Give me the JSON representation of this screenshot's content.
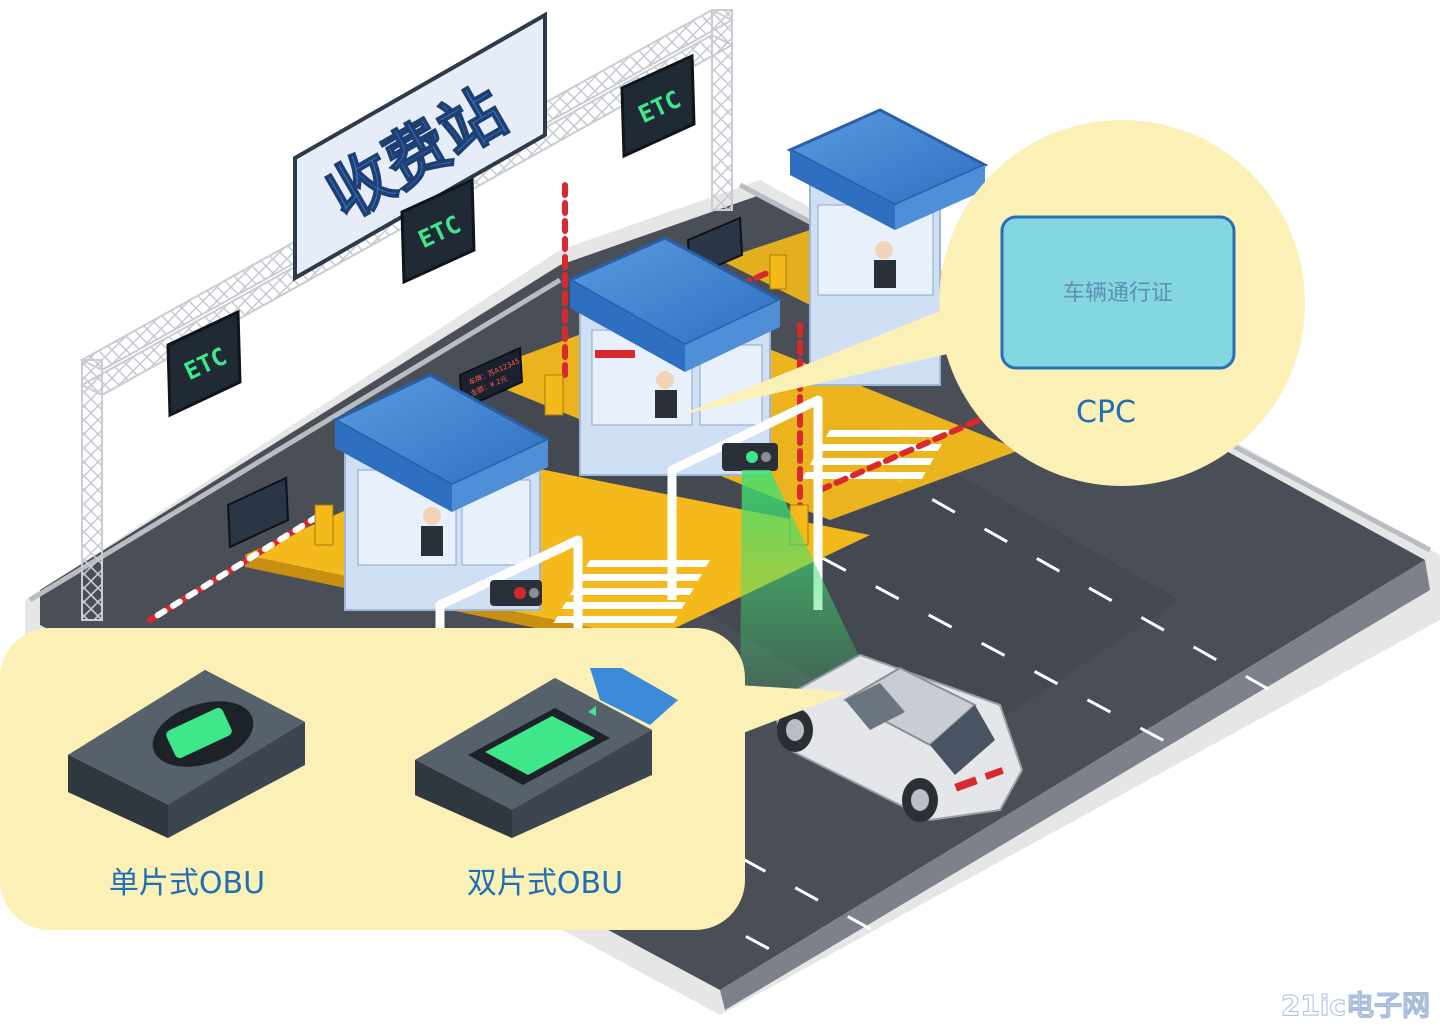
{
  "station_sign": {
    "title": "收费站"
  },
  "etc_signs": [
    "ETC",
    "ETC",
    "ETC"
  ],
  "lane_screen": {
    "line1": "车牌：苏A12345",
    "line2": "金额：¥.2元"
  },
  "cpc_callout": {
    "card_text": "车辆通行证",
    "label": "CPC"
  },
  "obu_callout": {
    "devices": [
      {
        "label": "单片式OBU"
      },
      {
        "label": "双片式OBU"
      }
    ]
  },
  "watermark": {
    "text": "21ic电子网"
  },
  "colors": {
    "road": "#4a4f57",
    "booth_roof": "#3a7fd0",
    "booth_body": "#cfe0f5",
    "callout_bg": "#fbf0b5",
    "cpc_card": "#84d6e0",
    "label_blue": "#1f6fb8",
    "etc_green": "#3ee88a",
    "barrier_red": "#d8292f",
    "island_yellow": "#f4b91a"
  }
}
